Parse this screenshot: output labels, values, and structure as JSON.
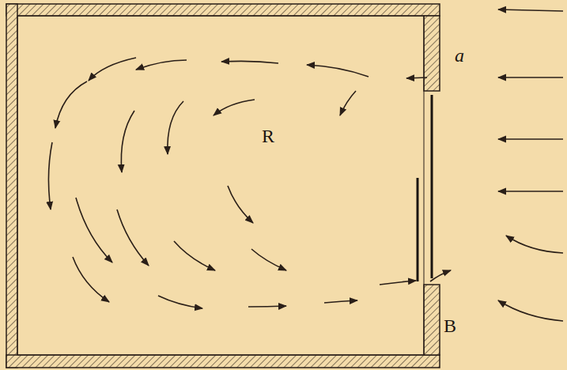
{
  "diagram": {
    "labels": [
      "a",
      "R",
      "B"
    ]
  }
}
